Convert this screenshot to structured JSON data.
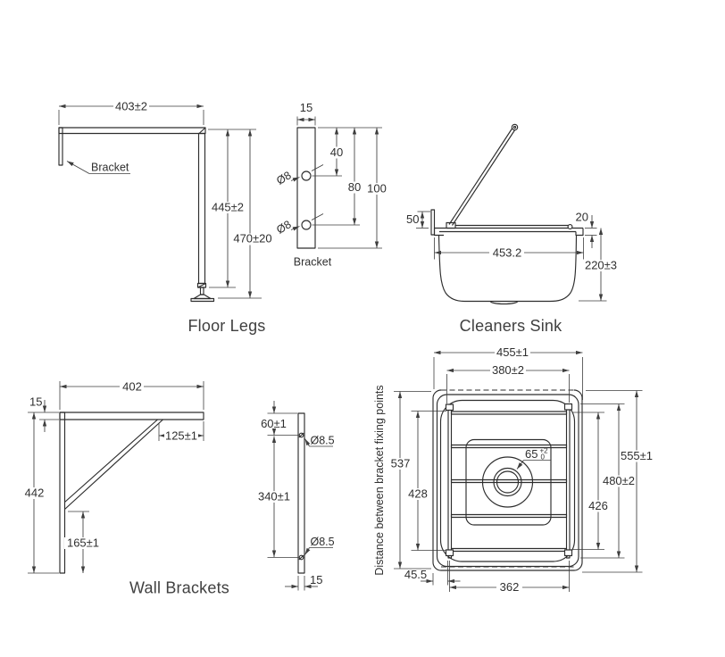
{
  "titles": {
    "floor_legs": "Floor Legs",
    "cleaners_sink": "Cleaners Sink",
    "wall_brackets": "Wall Brackets"
  },
  "floor_legs": {
    "width": "403±2",
    "bracket_label": "Bracket",
    "leg_height": "445±2",
    "overall_height": "470±20"
  },
  "leg_bracket": {
    "width": "15",
    "hole1_offset": "40",
    "hole2_offset": "80",
    "height": "100",
    "hole_dia": "Ø8",
    "label": "Bracket"
  },
  "sink_side": {
    "upstand_height": "50",
    "lip_height": "20",
    "bowl_width": "453.2",
    "bowl_depth": "220±3"
  },
  "wall_bracket": {
    "arm_length": "402",
    "arm_thickness": "15",
    "brace_offset": "125±1",
    "height": "442",
    "lower_fix_offset": "165±1"
  },
  "wall_bracket_side": {
    "top_hole_offset": "60±1",
    "hole_dia": "Ø8.5",
    "hole_spacing": "340±1",
    "plate_thickness": "15"
  },
  "sink_top": {
    "rim_width": "455±1",
    "bowl_width": "380±2",
    "rim_ref_height": "537",
    "fixing_distance": "428",
    "grate_inner_height": "426",
    "bowl_height": "480±2",
    "rim_height": "555±1",
    "edge_to_rail": "45.5",
    "rail_spacing": "362",
    "drain_dia": "65",
    "drain_tol_upper": "+2",
    "drain_tol_lower": "0",
    "axis_label": "Distance between bracket fixing points"
  }
}
